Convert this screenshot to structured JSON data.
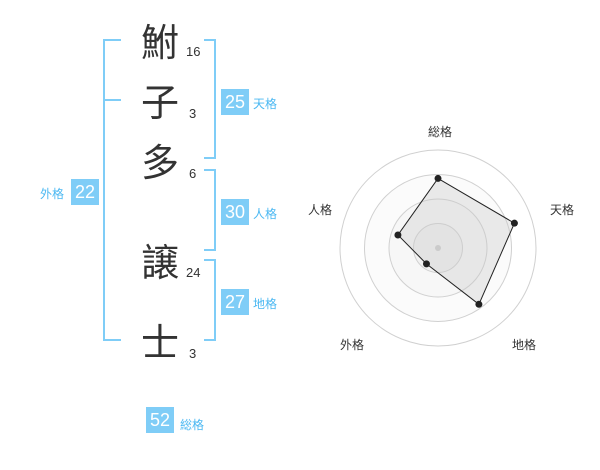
{
  "name_chars": [
    {
      "char": "鮒",
      "strokes": "16"
    },
    {
      "char": "子",
      "strokes": "3"
    },
    {
      "char": "多",
      "strokes": "6"
    },
    {
      "char": "譲",
      "strokes": "24"
    },
    {
      "char": "士",
      "strokes": "3"
    }
  ],
  "fortune": {
    "tenkaku": {
      "value": "25",
      "label": "天格"
    },
    "jinkaku": {
      "value": "30",
      "label": "人格"
    },
    "chikaku": {
      "value": "27",
      "label": "地格"
    },
    "gaikaku": {
      "value": "22",
      "label": "外格"
    },
    "soukaku": {
      "value": "52",
      "label": "総格"
    }
  },
  "colors": {
    "accent": "#7fcdf7",
    "accent_text": "#4bb8f2",
    "bracket": "#7fcdf7"
  },
  "chart_data": {
    "type": "radar",
    "axes": [
      "総格",
      "天格",
      "地格",
      "外格",
      "人格"
    ],
    "values": [
      0.71,
      0.82,
      0.71,
      0.2,
      0.43
    ],
    "rings": 4
  }
}
